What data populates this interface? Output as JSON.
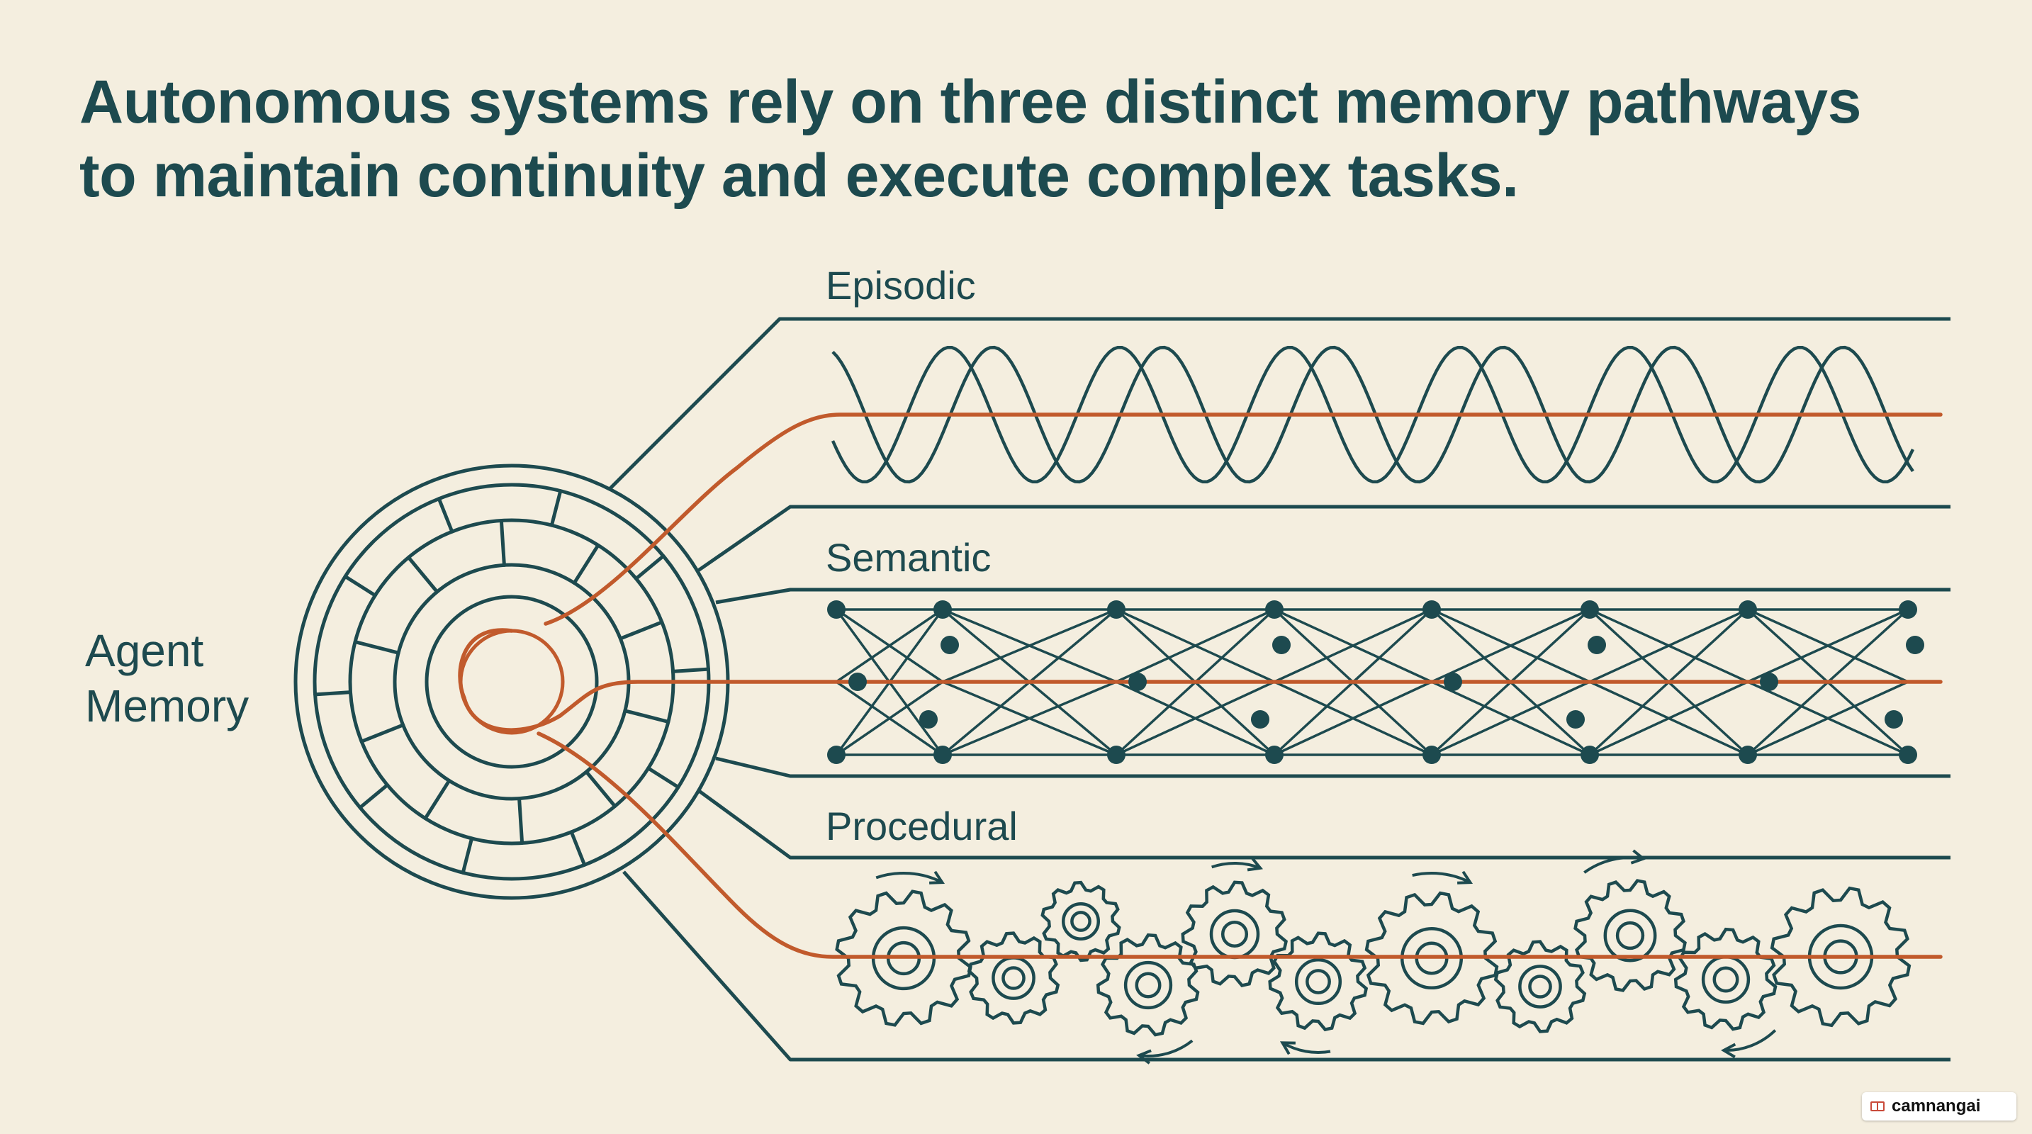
{
  "headline": {
    "line1": "Autonomous systems rely on three distinct memory pathways",
    "line2": "to maintain continuity and execute complex tasks."
  },
  "hub": {
    "line1": "Agent",
    "line2": "Memory"
  },
  "pathways": [
    {
      "label": "Episodic",
      "icon": "wave-icon"
    },
    {
      "label": "Semantic",
      "icon": "network-icon"
    },
    {
      "label": "Procedural",
      "icon": "gear-icon"
    }
  ],
  "watermark": {
    "text": "camnangai",
    "icon": "book-icon"
  },
  "colors": {
    "background": "#f4eedf",
    "ink": "#1d4a4f",
    "accent": "#c15a2c"
  }
}
